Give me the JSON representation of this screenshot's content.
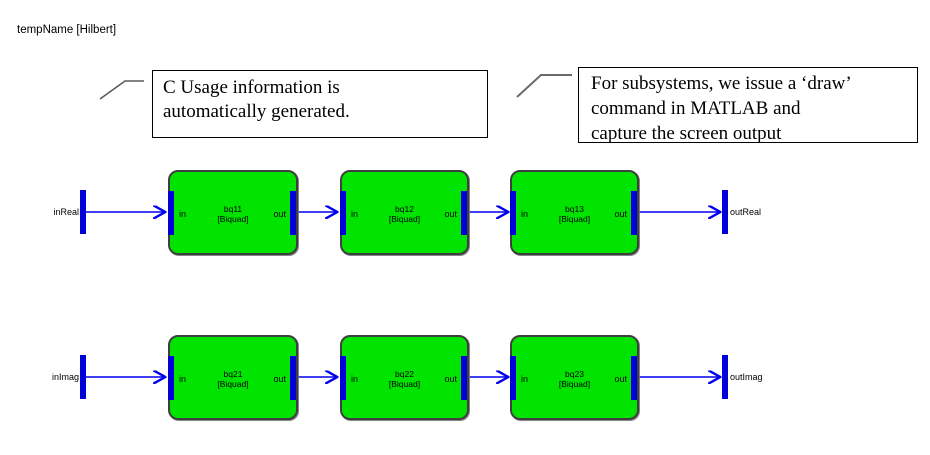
{
  "window": {
    "title": "tempName [Hilbert]"
  },
  "callouts": [
    {
      "lines": [
        "C Usage information is",
        "automatically generated."
      ]
    },
    {
      "lines": [
        "For subsystems, we issue a ‘draw’",
        "command in MATLAB and",
        "capture the screen output"
      ]
    }
  ],
  "diagram": {
    "rows": [
      {
        "input_label": "inReal",
        "output_label": "outReal",
        "blocks": [
          {
            "name": "bq11",
            "type": "[Biquad]",
            "in_label": "in",
            "out_label": "out"
          },
          {
            "name": "bq12",
            "type": "[Biquad]",
            "in_label": "in",
            "out_label": "out"
          },
          {
            "name": "bq13",
            "type": "[Biquad]",
            "in_label": "in",
            "out_label": "out"
          }
        ]
      },
      {
        "input_label": "inImag",
        "output_label": "outImag",
        "blocks": [
          {
            "name": "bq21",
            "type": "[Biquad]",
            "in_label": "in",
            "out_label": "out"
          },
          {
            "name": "bq22",
            "type": "[Biquad]",
            "in_label": "in",
            "out_label": "out"
          },
          {
            "name": "bq23",
            "type": "[Biquad]",
            "in_label": "in",
            "out_label": "out"
          }
        ]
      }
    ]
  },
  "colors": {
    "block_fill": "#00e400",
    "block_border": "#3f3f3f",
    "port_bar": "#0000d8",
    "wire": "#0000ee",
    "leader_line": "#5a5a5a",
    "background": "#ffffff"
  }
}
